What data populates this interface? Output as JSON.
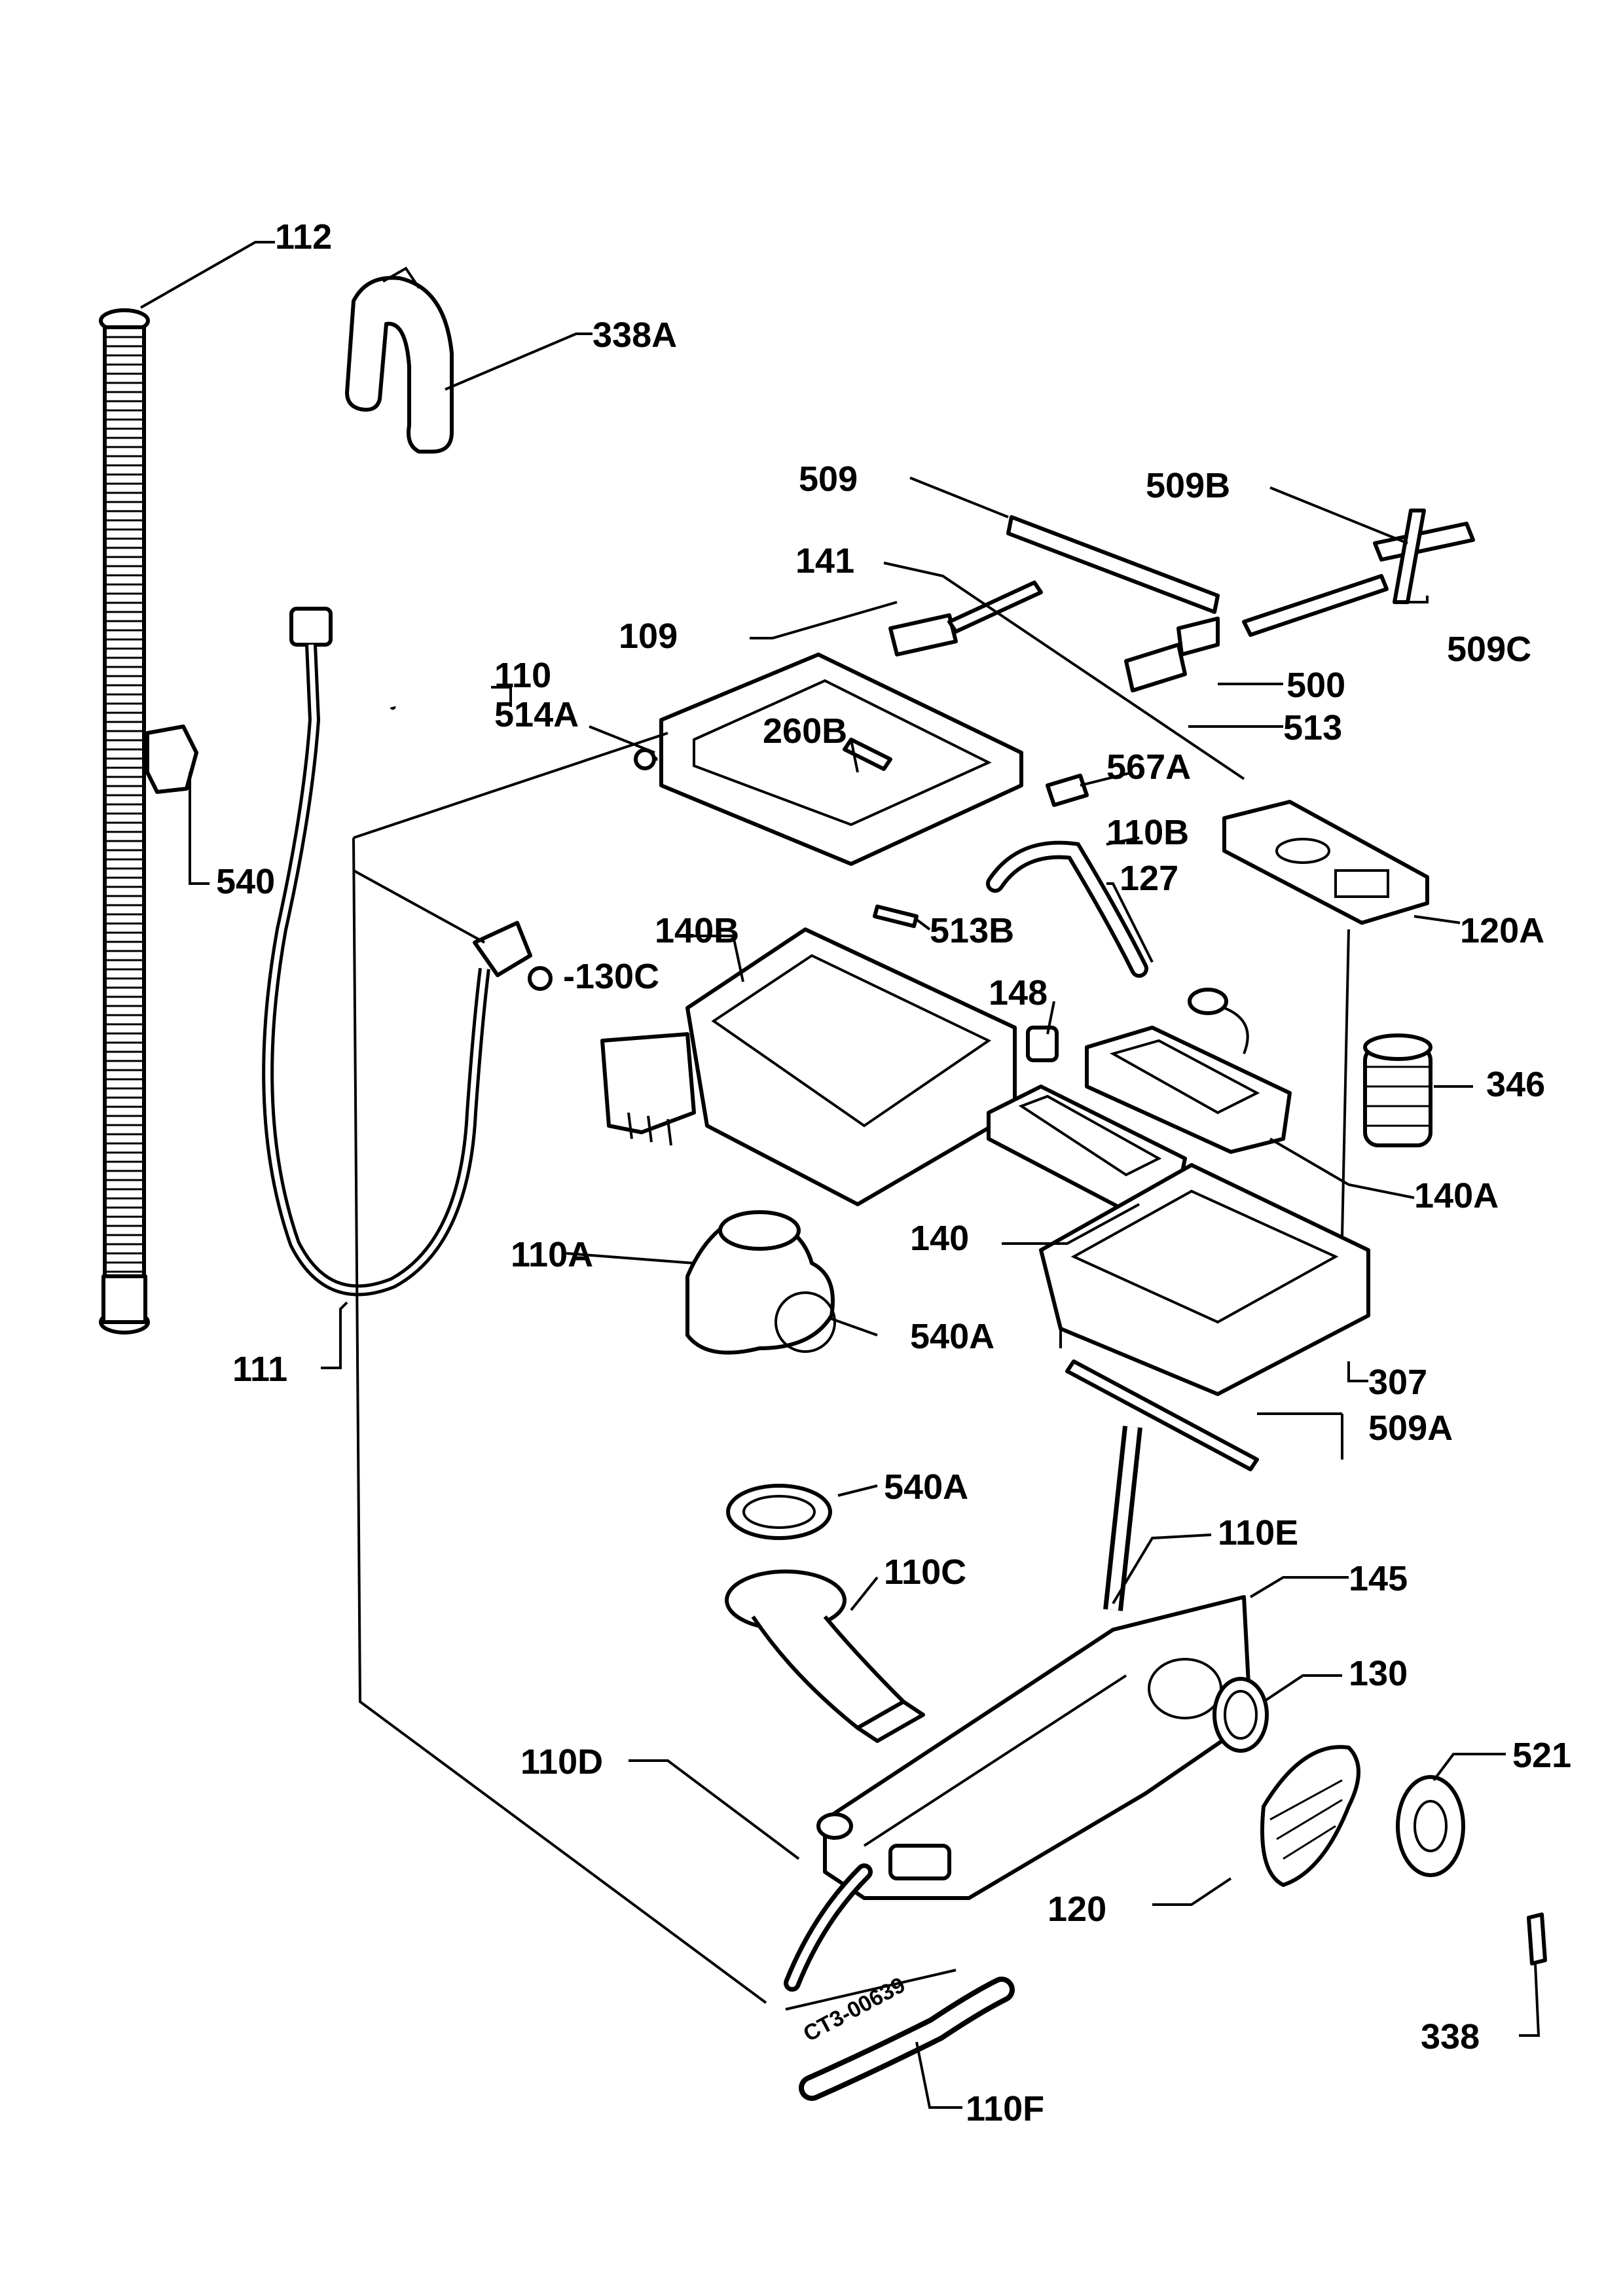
{
  "diagram": {
    "reference_stamp": "CT3-00639",
    "labels": {
      "p112": "112",
      "p338a": "338A",
      "p509": "509",
      "p509b": "509B",
      "p141": "141",
      "p109": "109",
      "p110": "110",
      "p514a": "514A",
      "p260b": "260B",
      "p500": "500",
      "p509c": "509C",
      "p513": "513",
      "p567a": "567A",
      "p110b": "110B",
      "p127": "127",
      "p540": "540",
      "p140b": "140B",
      "p513b": "513B",
      "p120a": "120A",
      "p130c": "-130C",
      "p148": "148",
      "p346": "346",
      "p140a": "140A",
      "p140": "140",
      "p110a": "110A",
      "p540a_upper": "540A",
      "p111": "111",
      "p307": "307",
      "p509a": "509A",
      "p540a_lower": "540A",
      "p110e": "110E",
      "p110c": "110C",
      "p145": "145",
      "p130": "130",
      "p110d": "110D",
      "p521": "521",
      "p120": "120",
      "p338": "338",
      "p110f": "110F"
    }
  }
}
